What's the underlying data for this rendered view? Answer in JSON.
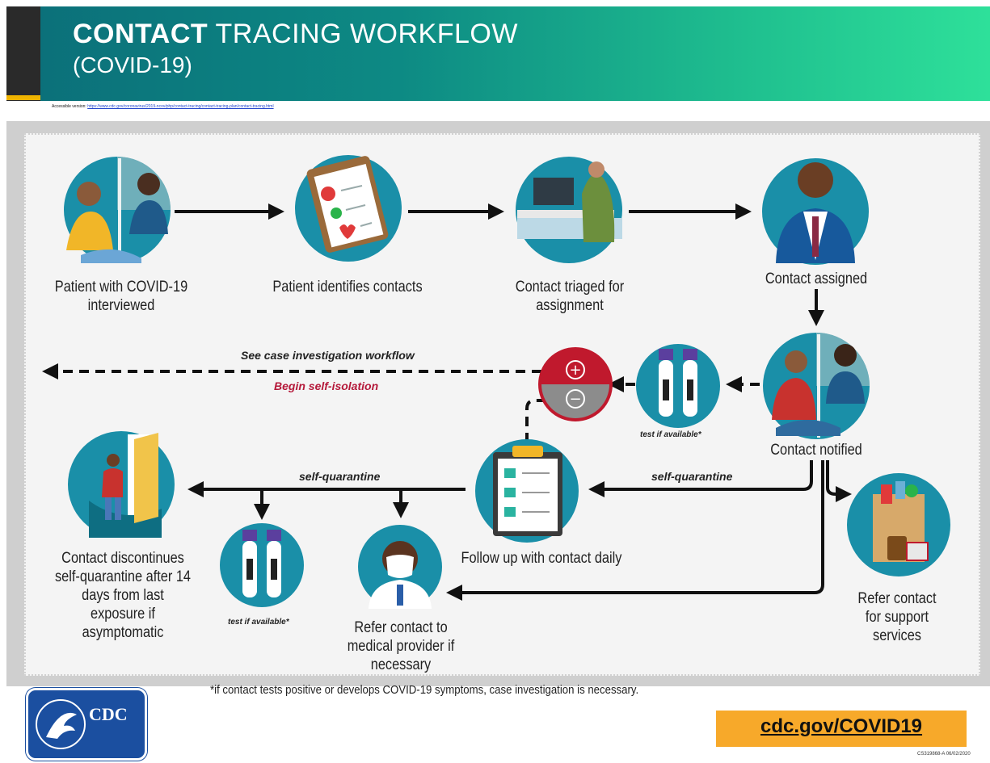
{
  "header": {
    "title_bold": "CONTACT",
    "title_rest": " TRACING WORKFLOW",
    "subtitle": "(COVID-19)",
    "source_label": "Accessible version:",
    "source_url": "https://www.cdc.gov/coronavirus/2019-ncov/php/contact-tracing/contact-tracing-plan/contact-tracing.html"
  },
  "steps": {
    "patient_interviewed": "Patient with COVID-19 interviewed",
    "patient_identifies": "Patient identifies contacts",
    "contact_triaged": "Contact triaged for assignment",
    "contact_assigned": "Contact assigned",
    "contact_notified": "Contact notified",
    "follow_up": "Follow up with contact daily",
    "discontinues": "Contact discontinues self-quarantine after 14 days from last exposure if asymptomatic",
    "refer_medical": "Refer contact to medical provider if necessary",
    "refer_support": "Refer contact for support services"
  },
  "annotations": {
    "case_investigation": "See case investigation workflow",
    "self_isolation": "Begin self-isolation",
    "self_quarantine_left": "self-quarantine",
    "self_quarantine_right": "self-quarantine",
    "test_available_top": "test if available*",
    "test_available_bottom": "test if available*",
    "test_positive_symbol": "+",
    "test_negative_symbol": "−"
  },
  "footnote": "*if contact tests positive or develops COVID-19 symptoms, case investigation is necessary.",
  "footer": {
    "logo_text": "CDC",
    "url": "cdc.gov/COVID19",
    "doc_id": "CS319868-A   06/02/2020"
  },
  "icons": [
    "patient-interview-icon",
    "contact-list-icon",
    "triage-desk-icon",
    "assigned-person-icon",
    "phone-call-icon",
    "test-tube-icon",
    "test-result-icon",
    "clipboard-checklist-icon",
    "door-exit-icon",
    "doctor-mask-icon",
    "grocery-bag-icon",
    "hhs-eagle-icon"
  ],
  "colors": {
    "circle": "#1a8fa8",
    "result_red": "#c0192d",
    "isolation_text": "#b5193a",
    "header_dark": "#0b6e79",
    "header_light": "#2ee09a",
    "url_box": "#f7a92a",
    "cdc_blue": "#1b4fa0"
  }
}
